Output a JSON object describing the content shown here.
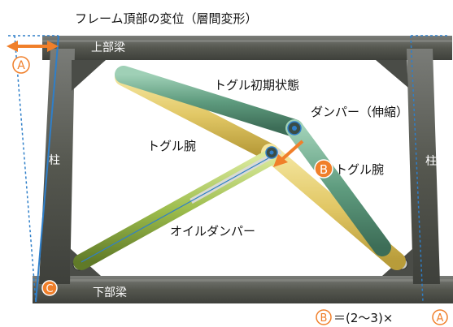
{
  "labels": {
    "frame_drift": "フレーム頂部の変位（層間変形）",
    "upper_beam": "上部梁",
    "lower_beam": "下部梁",
    "column_left": "柱",
    "column_right": "柱",
    "toggle_initial": "トグル初期状態",
    "damper_extended": "ダンパー（伸縮）",
    "toggle_arm_left": "トグル腕",
    "toggle_arm_right": "トグル腕",
    "oil_damper": "オイルダンパー"
  },
  "markers": {
    "a": "A",
    "b": "B",
    "c": "C"
  },
  "formula": {
    "b_marker": "B",
    "text": "＝(2〜3)×",
    "a_marker": "A"
  },
  "colors": {
    "frame": "#5c5e5a",
    "toggle_yellow": "#e8d27a",
    "toggle_green": "#6fa98c",
    "damper_green": "#a8c45a",
    "accent_orange": "#f07f2a",
    "drift_blue": "#2f7fc9"
  }
}
